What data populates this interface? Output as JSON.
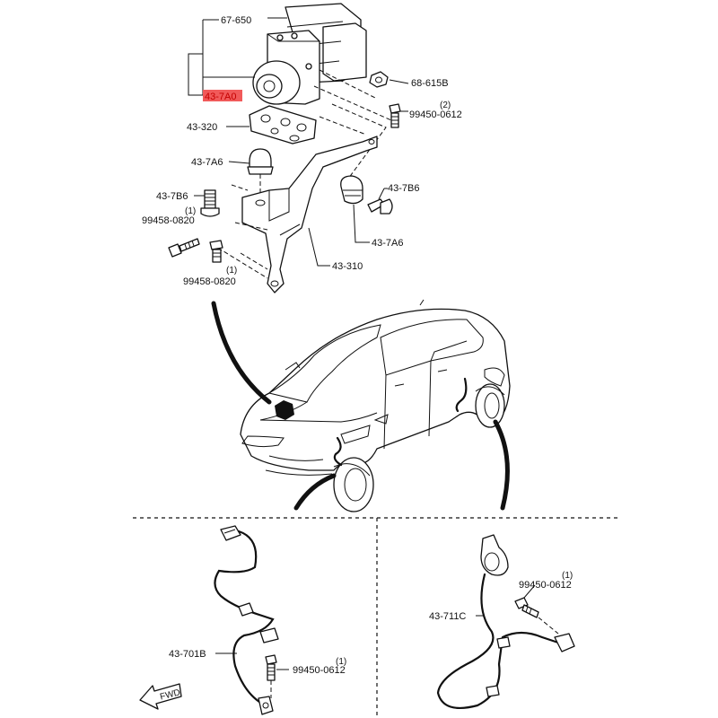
{
  "labels": {
    "hu_unit": "67-650",
    "pump_highlighted": "43-7A0",
    "nut": "68-615B",
    "bolt_top": "99450-0612",
    "bolt_top_qty": "(2)",
    "plate": "43-320",
    "insulator_left": "43-7A6",
    "stud_left": "43-7B6",
    "bolt_a_qty": "(1)",
    "bolt_a": "99458-0820",
    "bolt_b_qty": "(1)",
    "bolt_b": "99458-0820",
    "bracket": "43-310",
    "stud_right": "43-7B6",
    "insulator_right": "43-7A6",
    "front_sensor": "43-701B",
    "front_bolt_qty": "(1)",
    "front_bolt": "99450-0612",
    "rear_bolt_qty": "(1)",
    "rear_bolt": "99450-0612",
    "rear_sensor": "43-711C",
    "fwd": "FWD"
  },
  "colors": {
    "highlight": "#f15a5a",
    "highlight_text": "#c40000",
    "line": "#111111"
  },
  "icons": [
    "fwd-arrow-icon"
  ]
}
